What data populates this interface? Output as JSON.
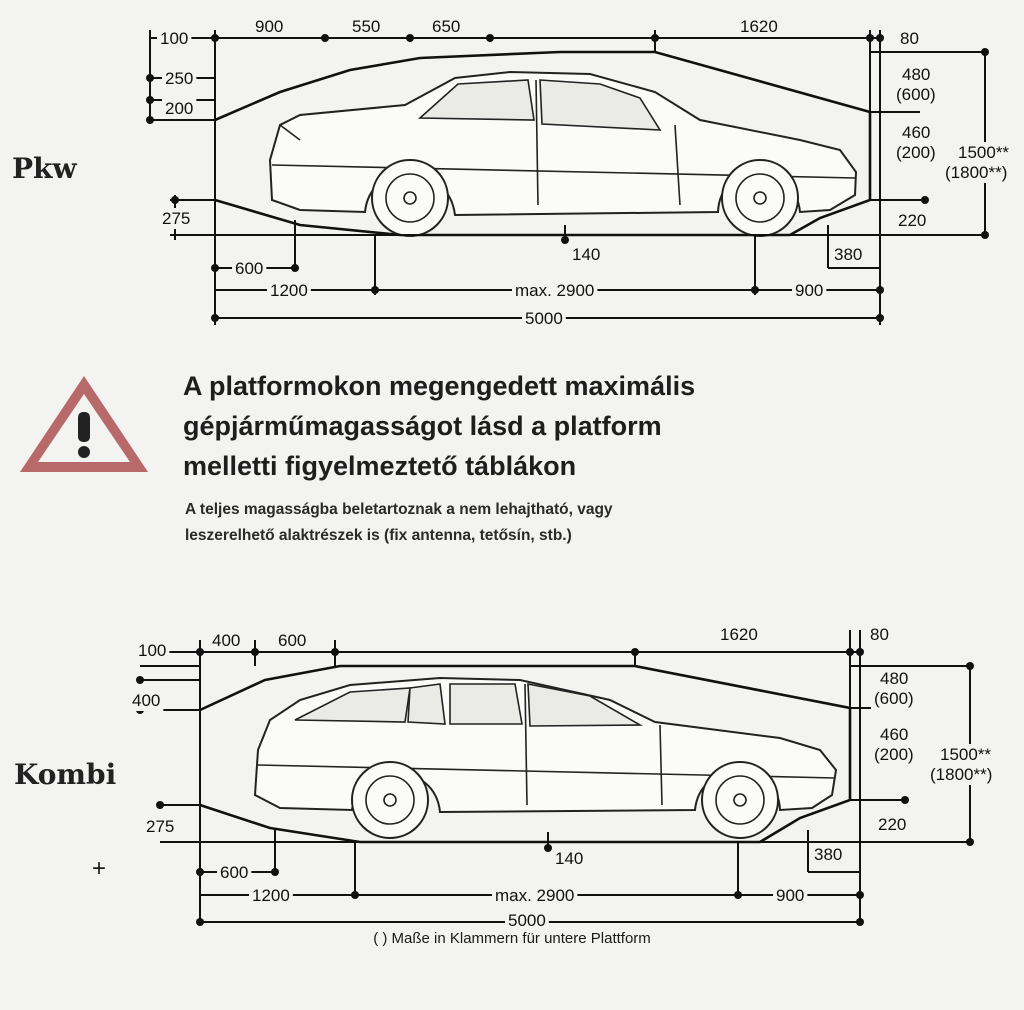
{
  "pkw": {
    "label": "Pkw",
    "top_dims": [
      "100",
      "900",
      "550",
      "650",
      "1620",
      "80"
    ],
    "left_dims": [
      "250",
      "200",
      "275"
    ],
    "right_dims": [
      "480",
      "(600)",
      "460",
      "(200)",
      "1500**",
      "(1800**)",
      "220"
    ],
    "bottom_dims": [
      "600",
      "140",
      "380",
      "1200",
      "max. 2900",
      "900",
      "5000"
    ]
  },
  "warning": {
    "icon": "warning-triangle-icon",
    "title_lines": [
      "A platformokon megengedett maximális",
      "gépjárműmagasságot lásd a platform",
      "melletti figyelmeztető táblákon"
    ],
    "text_lines": [
      "A teljes magasságba beletartoznak a nem lehajtható, vagy",
      "leszerelhető alaktrészek is (fix antenna, tetősín, stb.)"
    ]
  },
  "kombi": {
    "label": "Kombi",
    "top_dims": [
      "100",
      "400",
      "600",
      "1620",
      "80"
    ],
    "left_dims": [
      "400",
      "275"
    ],
    "right_dims": [
      "480",
      "(600)",
      "460",
      "(200)",
      "1500**",
      "(1800**)",
      "220"
    ],
    "bottom_dims": [
      "600",
      "140",
      "380",
      "1200",
      "max. 2900",
      "900",
      "5000"
    ]
  },
  "plus_sign": "+",
  "note": "( ) Maße in Klammern für untere Plattform"
}
